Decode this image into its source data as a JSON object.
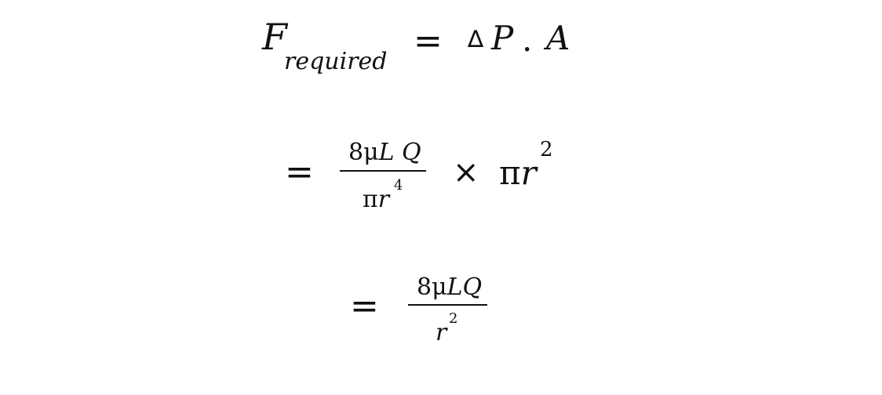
{
  "line1": {
    "lhs": "F",
    "lhs_sub": "required",
    "equals": "=",
    "delta": "∆",
    "P": "P",
    "dot": ".",
    "A": "A"
  },
  "line2": {
    "equals": "=",
    "numerator_prefix": "8μ",
    "numerator_var": "L Q",
    "denominator_pi": "π",
    "denominator_var": "r",
    "denominator_exp": "4",
    "times": "×",
    "rhs_pi": "π",
    "rhs_var": "r",
    "rhs_exp": "2"
  },
  "line3": {
    "equals": "=",
    "numerator_prefix": "8μ",
    "numerator_var": "LQ",
    "denominator_var": "r",
    "denominator_exp": "2"
  }
}
